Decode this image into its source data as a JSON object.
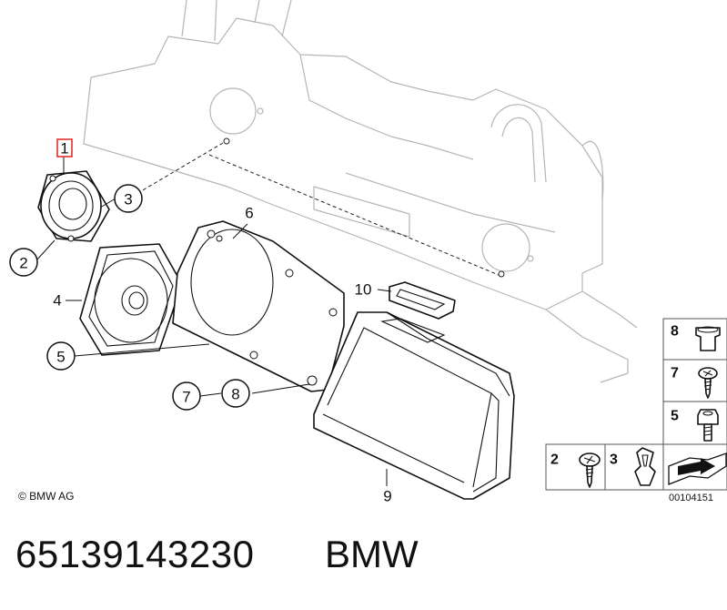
{
  "callouts": {
    "c1": "1",
    "c2": "2",
    "c3": "3",
    "c4": "4",
    "c5": "5",
    "c6": "6",
    "c7": "7",
    "c8": "8",
    "c9": "9",
    "c10": "10"
  },
  "legend": {
    "l8": "8",
    "l7": "7",
    "l5": "5",
    "l2": "2",
    "l3": "3"
  },
  "highlight_color": "#e03030",
  "copyright": "© BMW AG",
  "diagram_id": "00104151",
  "part_number": "65139143230",
  "brand": "BMW"
}
